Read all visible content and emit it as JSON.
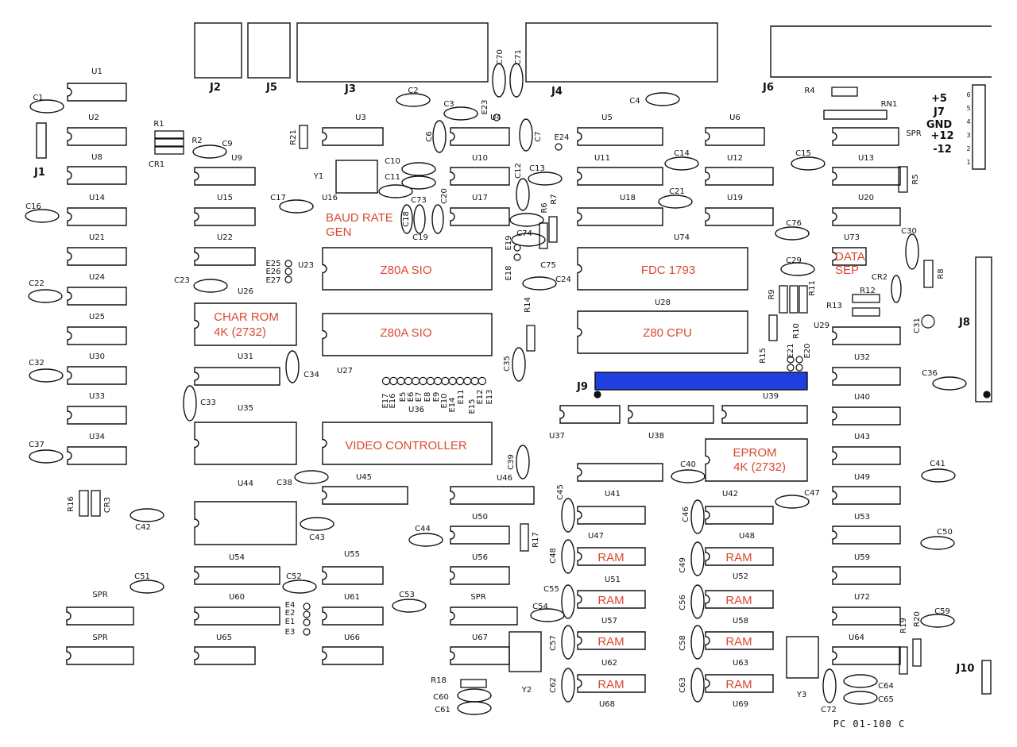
{
  "colors": {
    "ink": "#111111",
    "annotation": "#d9492f",
    "highlight": "#1f3fe0"
  },
  "board_id": "PC 01-100 C",
  "connectors": {
    "J1": "J1",
    "J2": "J2",
    "J3": "J3",
    "J4": "J4",
    "J5": "J5",
    "J6": "J6",
    "J7": "J7",
    "J8": "J8",
    "J9": "J9",
    "J10": "J10"
  },
  "j7_pins": {
    "plus5": "+5",
    "gnd": "GND",
    "plus12": "+12",
    "minus12": "-12",
    "nums": [
      "6",
      "5",
      "4",
      "3",
      "2",
      "1"
    ]
  },
  "annotations": {
    "baud_rate_gen": [
      "BAUD RATE",
      "GEN"
    ],
    "z80a_sio_1": "Z80A SIO",
    "z80a_sio_2": "Z80A SIO",
    "fdc": "FDC 1793",
    "z80_cpu": "Z80 CPU",
    "char_rom": [
      "CHAR ROM",
      "4K (2732)"
    ],
    "video_controller": "VIDEO CONTROLLER",
    "eprom": [
      "EPROM",
      "4K (2732)"
    ],
    "data_sep": [
      "DATA",
      "SEP"
    ],
    "ram": "RAM"
  },
  "chip_labels": {
    "U1": "U1",
    "U2": "U2",
    "U3": "U3",
    "U4": "U4",
    "U5": "U5",
    "U6": "U6",
    "U8": "U8",
    "U9": "U9",
    "U10": "U10",
    "U11": "U11",
    "U12": "U12",
    "U13": "U13",
    "U14": "U14",
    "U15": "U15",
    "U16": "U16",
    "U17": "U17",
    "U18": "U18",
    "U19": "U19",
    "U20": "U20",
    "U21": "U21",
    "U22": "U22",
    "U23": "U23",
    "U24": "U24",
    "U25": "U25",
    "U26": "U26",
    "U27": "U27",
    "U28": "U28",
    "U29": "U29",
    "U30": "U30",
    "U31": "U31",
    "U32": "U32",
    "U33": "U33",
    "U34": "U34",
    "U35": "U35",
    "U36": "U36",
    "U37": "U37",
    "U38": "U38",
    "U39": "U39",
    "U40": "U40",
    "U41": "U41",
    "U42": "U42",
    "U43": "U43",
    "U44": "U44",
    "U45": "U45",
    "U46": "U46",
    "U47": "U47",
    "U48": "U48",
    "U49": "U49",
    "U50": "U50",
    "U51": "U51",
    "U52": "U52",
    "U53": "U53",
    "U54": "U54",
    "U55": "U55",
    "U56": "U56",
    "U57": "U57",
    "U58": "U58",
    "U59": "U59",
    "U60": "U60",
    "U61": "U61",
    "U62": "U62",
    "U63": "U63",
    "U64": "U64",
    "U65": "U65",
    "U66": "U66",
    "U67": "U67",
    "U68": "U68",
    "U69": "U69",
    "U72": "U72",
    "U73": "U73",
    "U74": "U74",
    "SPR": "SPR"
  },
  "caps": {
    "C1": "C1",
    "C2": "C2",
    "C3": "C3",
    "C4": "C4",
    "C6": "C6",
    "C7": "C7",
    "C9": "C9",
    "C10": "C10",
    "C11": "C11",
    "C12": "C12",
    "C13": "C13",
    "C14": "C14",
    "C15": "C15",
    "C16": "C16",
    "C17": "C17",
    "C18": "C18",
    "C19": "C19",
    "C20": "C20",
    "C21": "C21",
    "C22": "C22",
    "C23": "C23",
    "C24": "C24",
    "C29": "C29",
    "C30": "C30",
    "C31": "C31",
    "C32": "C32",
    "C33": "C33",
    "C34": "C34",
    "C35": "C35",
    "C36": "C36",
    "C37": "C37",
    "C38": "C38",
    "C39": "C39",
    "C40": "C40",
    "C41": "C41",
    "C42": "C42",
    "C43": "C43",
    "C44": "C44",
    "C45": "C45",
    "C46": "C46",
    "C47": "C47",
    "C48": "C48",
    "C49": "C49",
    "C50": "C50",
    "C51": "C51",
    "C52": "C52",
    "C53": "C53",
    "C54": "C54",
    "C55": "C55",
    "C56": "C56",
    "C57": "C57",
    "C58": "C58",
    "C59": "C59",
    "C60": "C60",
    "C61": "C61",
    "C62": "C62",
    "C63": "C63",
    "C64": "C64",
    "C65": "C65",
    "C70": "C70",
    "C71": "C71",
    "C72": "C72",
    "C73": "C73",
    "C74": "C74",
    "C75": "C75",
    "C76": "C76"
  },
  "misc": {
    "R1": "R1",
    "R2": "R2",
    "R4": "R4",
    "R5": "R5",
    "R6": "R6",
    "R7": "R7",
    "R8": "R8",
    "R9": "R9",
    "R10": "R10",
    "R11": "R11",
    "R12": "R12",
    "R13": "R13",
    "R14": "R14",
    "R15": "R15",
    "R16": "R16",
    "R17": "R17",
    "R18": "R18",
    "R19": "R19",
    "R20": "R20",
    "R21": "R21",
    "RN1": "RN1",
    "CR1": "CR1",
    "CR2": "CR2",
    "CR3": "CR3",
    "Y1": "Y1",
    "Y2": "Y2",
    "Y3": "Y3",
    "E1": "E1",
    "E2": "E2",
    "E3": "E3",
    "E4": "E4",
    "E5": "E5",
    "E6": "E6",
    "E7": "E7",
    "E8": "E8",
    "E9": "E9",
    "E10": "E10",
    "E11": "E11",
    "E12": "E12",
    "E13": "E13",
    "E14": "E14",
    "E15": "E15",
    "E16": "E16",
    "E17": "E17",
    "E18": "E18",
    "E19": "E19",
    "E20": "E20",
    "E21": "E21",
    "E23": "E23",
    "E24": "E24",
    "E25": "E25",
    "E26": "E26",
    "E27": "E27"
  }
}
